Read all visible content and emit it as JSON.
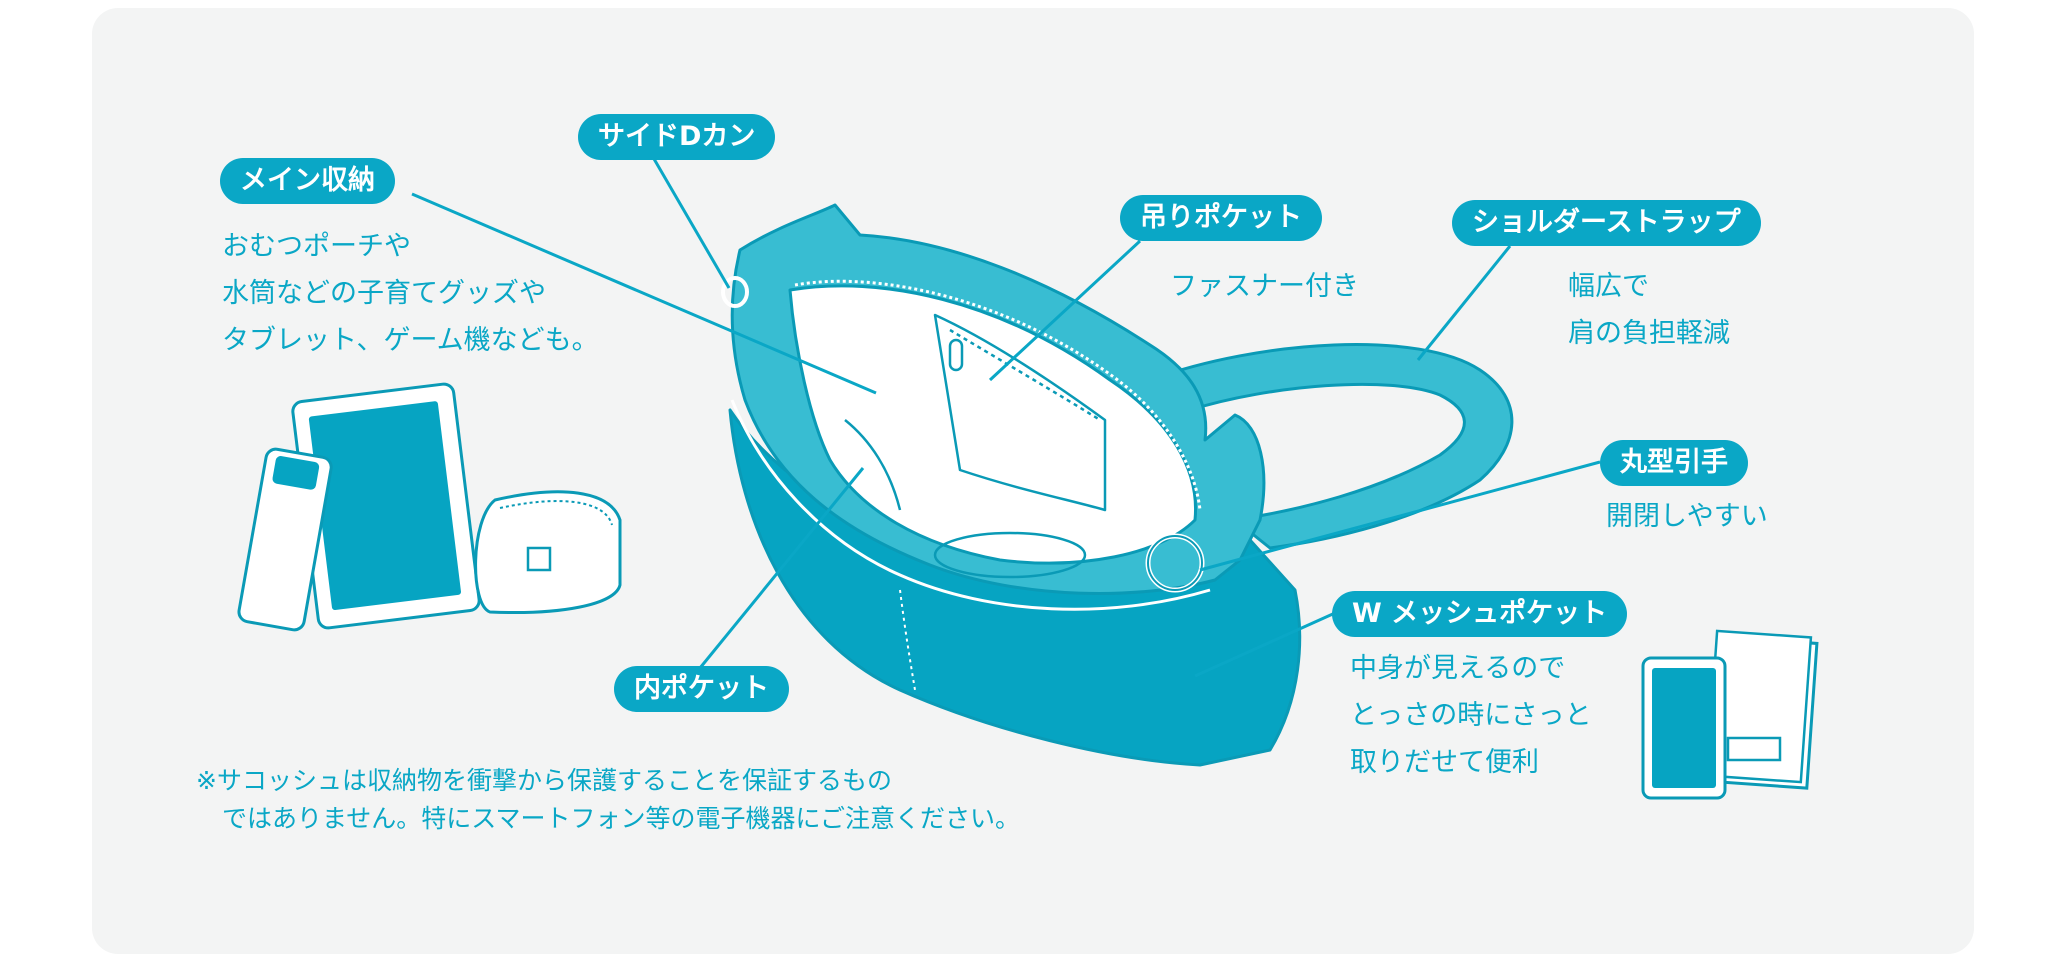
{
  "colors": {
    "accent": "#0aa7c6",
    "bag_light": "#38bdd2",
    "bag_dark": "#06a4c2",
    "panel_bg": "#f3f4f4",
    "label_text": "#ffffff"
  },
  "labels": {
    "main_storage": {
      "title": "メイン収納",
      "lines": [
        "おむつポーチや",
        "水筒などの子育てグッズや",
        "タブレット、ゲーム機なども。"
      ]
    },
    "side_d_ring": {
      "title": "サイドDカン"
    },
    "hanging_pocket": {
      "title": "吊りポケット",
      "lines": [
        "ファスナー付き"
      ]
    },
    "shoulder_strap": {
      "title": "ショルダーストラップ",
      "lines": [
        "幅広で",
        "肩の負担軽減"
      ]
    },
    "round_pull": {
      "title": "丸型引手",
      "lines": [
        "開閉しやすい"
      ]
    },
    "w_mesh_pocket": {
      "title": "W メッシュポケット",
      "lines": [
        "中身が見えるので",
        "とっさの時にさっと",
        "取りだせて便利"
      ]
    },
    "inner_pocket": {
      "title": "内ポケット"
    }
  },
  "footnote": [
    "※サコッシュは収納物を衝撃から保護することを保証するもの",
    "ではありません。特にスマートフォン等の電子機器にご注意ください。"
  ],
  "icons": [
    "bag-illustration-icon",
    "tablet-icon",
    "water-bottle-icon",
    "pouch-icon",
    "smartphone-icon",
    "notebook-icon"
  ]
}
